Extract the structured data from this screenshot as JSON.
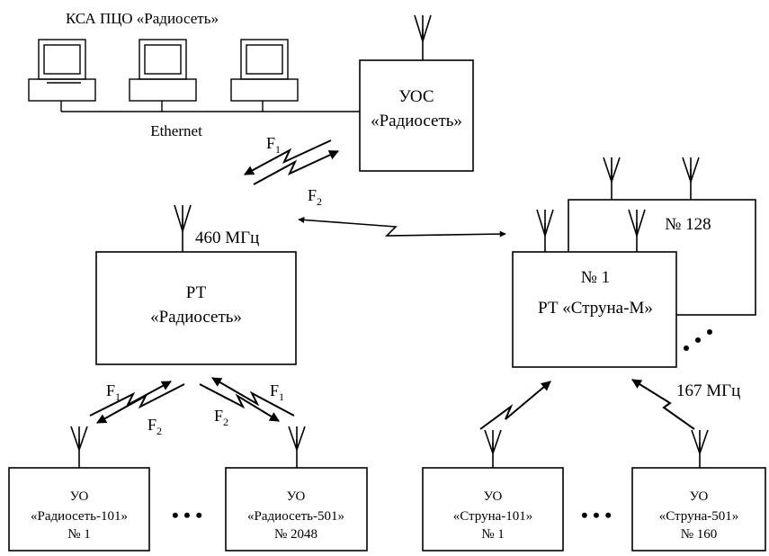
{
  "top_label": "КСА ПЦО «Радиосеть»",
  "ethernet_label": "Ethernet",
  "uos": {
    "line1": "УОС",
    "line2": "«Радиосеть»"
  },
  "f_top": {
    "f1": "F",
    "f1_sub": "1",
    "f2": "F",
    "f2_sub": "2"
  },
  "freq_left": "460 МГц",
  "freq_right": "167 МГц",
  "rt_left": {
    "line1": "РТ",
    "line2": "«Радиосеть»"
  },
  "rt_right": {
    "back_label": "№ 128",
    "line1": "№ 1",
    "line2": "РТ «Струна-М»"
  },
  "f_left": {
    "f1": "F",
    "f1_sub": "1",
    "f2": "F",
    "f2_sub": "2"
  },
  "f_right": {
    "f1": "F",
    "f1_sub": "1",
    "f2": "F",
    "f2_sub": "2"
  },
  "ellipsis": "• • •",
  "devices": [
    {
      "line1": "УО",
      "line2": "«Радиосеть-101»",
      "line3": "№ 1"
    },
    {
      "line1": "УО",
      "line2": "«Радиосеть-501»",
      "line3": "№ 2048"
    },
    {
      "line1": "УО",
      "line2": "«Струна-101»",
      "line3": "№ 1"
    },
    {
      "line1": "УО",
      "line2": "«Струна-501»",
      "line3": "№ 160"
    }
  ]
}
